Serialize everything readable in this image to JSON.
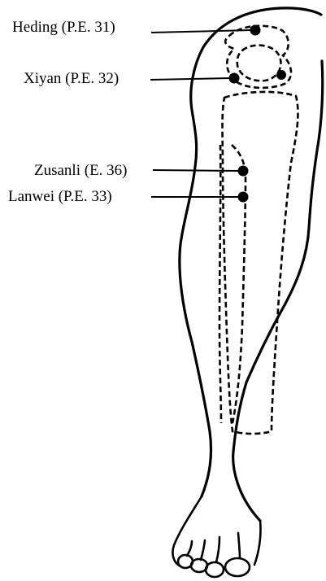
{
  "points": [
    {
      "id": "heding",
      "label": "Heding (P.E. 31)"
    },
    {
      "id": "xiyan",
      "label": "Xiyan (P.E. 32)"
    },
    {
      "id": "zusanli",
      "label": "Zusanli (E. 36)"
    },
    {
      "id": "lanwei",
      "label": "Lanwei (P.E. 33)"
    }
  ],
  "colors": {
    "ink": "#000000",
    "paper": "#ffffff"
  }
}
